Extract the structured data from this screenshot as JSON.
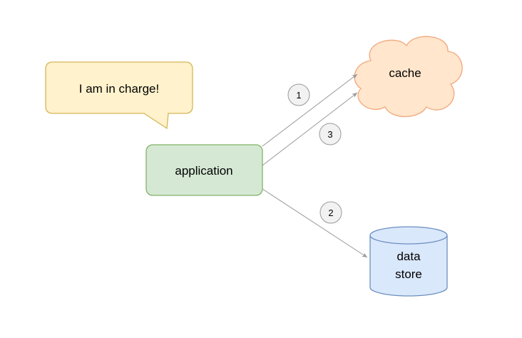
{
  "diagram": {
    "speech_bubble": {
      "text": "I am in charge!",
      "fill": "#fff2cc",
      "stroke": "#d6b656"
    },
    "application": {
      "label": "application",
      "fill": "#d5e8d4",
      "stroke": "#82b366"
    },
    "cache": {
      "label": "cache",
      "fill": "#ffe6cc",
      "stroke": "#f0a77b"
    },
    "data_store": {
      "label_line1": "data",
      "label_line2": "store",
      "fill": "#dae8fc",
      "stroke": "#6c8ebf"
    },
    "arrows": {
      "color": "#999999",
      "badges": [
        {
          "label": "1"
        },
        {
          "label": "2"
        },
        {
          "label": "3"
        }
      ],
      "badge_fill": "#f2f2f2",
      "badge_stroke": "#999999"
    }
  }
}
